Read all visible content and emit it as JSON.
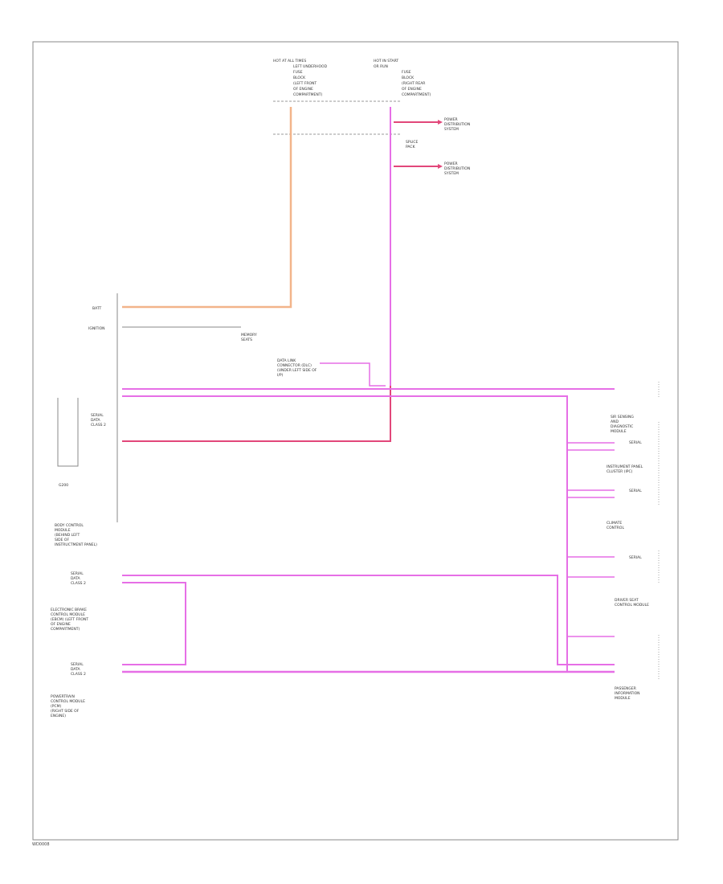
{
  "footer_code": "WD0008",
  "top_left_fuse_block": [
    "HOT AT ALL TIMES",
    "LEFT UNDERHOOD",
    "FUSE",
    "BLOCK",
    "(LEFT FRONT",
    "OF ENGINE",
    "COMPARTMENT)"
  ],
  "top_right_fuse_block": [
    "HOT IN START",
    "OR RUN",
    "FUSE",
    "BLOCK",
    "(RIGHT REAR",
    "OF ENGINE",
    "COMPARTMENT)"
  ],
  "power_distribution": [
    "POWER",
    "DISTRIBUTION",
    "SYSTEM"
  ],
  "splice_label": [
    "SPLICE",
    "PACK"
  ],
  "body_control_module": [
    "BODY CONTROL",
    "MODULE",
    "(BEHIND LEFT",
    "SIDE OF",
    "INSTRUCTMENT PANEL)"
  ],
  "serial_data": [
    "SERIAL",
    "DATA",
    "CLASS 2"
  ],
  "ground_label": "G200",
  "battery_label": "BATT",
  "ignition_label": "IGNITION",
  "memory_label": [
    "MEMORY",
    "SEATS"
  ],
  "ebcm": [
    "ELECTRONIC BRAKE",
    "CONTROL MODULE",
    "(EBCM) (LEFT FRONT",
    "OF ENGINE",
    "COMPARTMENT)"
  ],
  "powertrain_cm": [
    "POWERTRAIN",
    "CONTROL MODULE",
    "(PCM)",
    "(RIGHT SIDE OF",
    "ENGINE)"
  ],
  "ipc": [
    "INSTRUMENT PANEL",
    "CLUSTER (IPC)"
  ],
  "driver_seat": [
    "DRIVER SEAT",
    "CONTROL MODULE"
  ],
  "passenger_module": [
    "PASSENGER",
    "INFORMATION",
    "MODULE"
  ],
  "dlc": [
    "DATA LINK",
    "CONNECTOR (DLC)",
    "(UNDER LEFT SIDE OF",
    "I/P)"
  ],
  "right_module_labels": [
    [
      "SIR SENSING",
      "AND",
      "DIAGNOSTIC",
      "MODULE"
    ],
    [
      "INSTRUMENT",
      "PANEL"
    ],
    [
      "CLIMATE",
      "CONTROL"
    ]
  ],
  "wire_colors": {
    "orange": "ORN",
    "pink": "PNK",
    "purple": "PPL",
    "red": "RED"
  }
}
